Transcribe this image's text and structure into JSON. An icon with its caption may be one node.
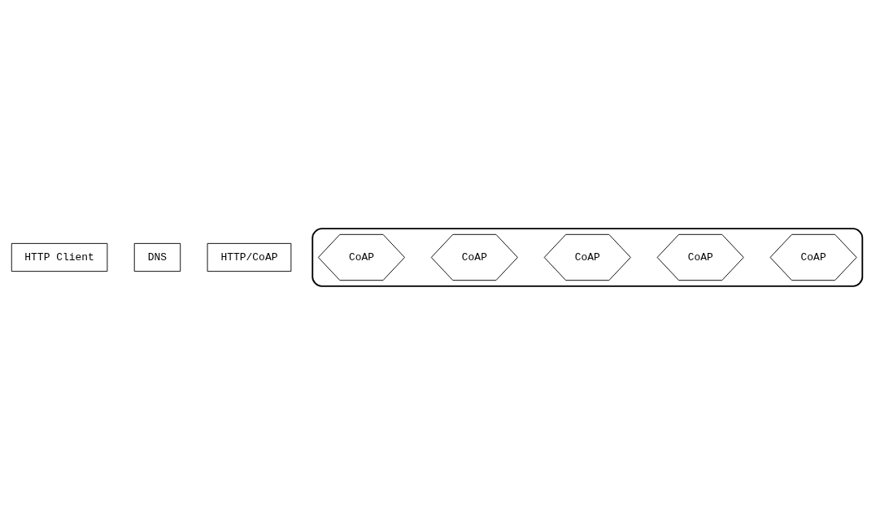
{
  "diagram": {
    "nodes": [
      {
        "text": [
          "DNS"
        ]
      },
      {
        "text": [],
        "shape": "octagon"
      },
      {
        "text": [
          "CoAP"
        ],
        "in": 1
      },
      {
        "text": [
          "CoAP"
        ],
        "in": 1
      },
      {
        "text": [
          "HTTP/CoAP"
        ]
      },
      {
        "text": [
          "CoAP"
        ],
        "in": 1
      },
      {
        "text": [
          "HTTP Client"
        ]
      },
      {
        "text": [
          "CoAP"
        ],
        "in": 1
      },
      {
        "text": [
          "CoAP"
        ],
        "in": 1
      }
    ],
    "edges": []
  }
}
